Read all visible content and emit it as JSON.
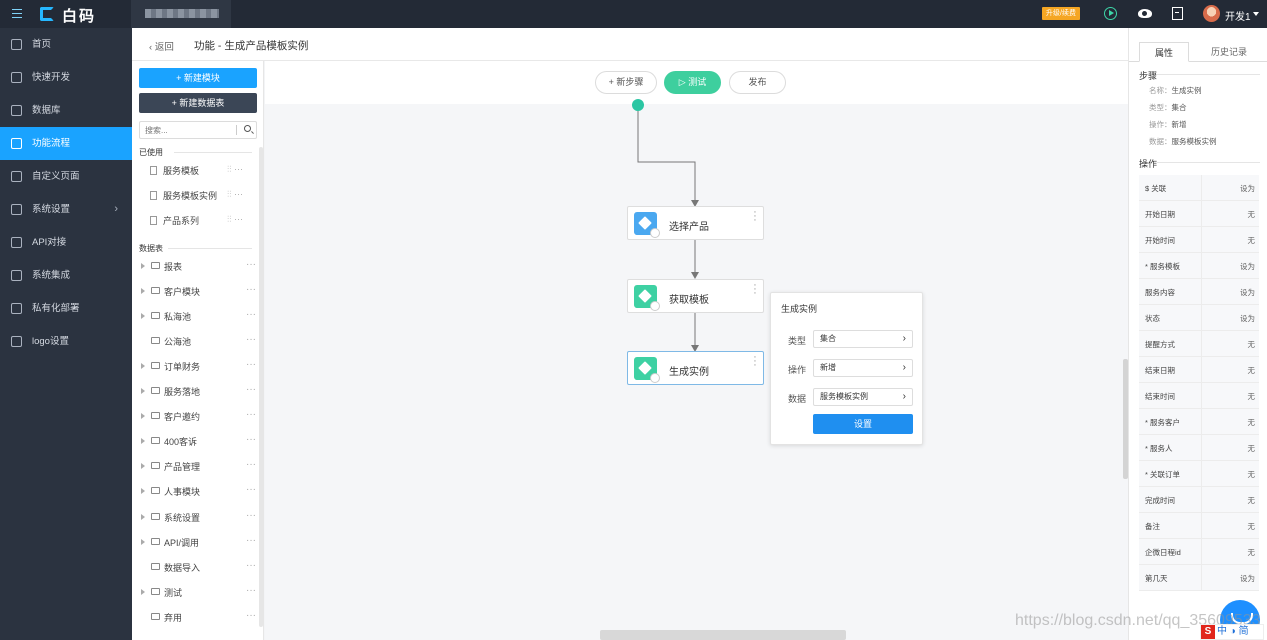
{
  "header": {
    "app_name": "白码",
    "upgrade_label": "升级/续费",
    "user_name": "开发1"
  },
  "sidebar": {
    "items": [
      {
        "label": "首页",
        "icon": "home-icon"
      },
      {
        "label": "快速开发",
        "icon": "cube-icon"
      },
      {
        "label": "数据库",
        "icon": "database-icon"
      },
      {
        "label": "功能流程",
        "icon": "flow-icon",
        "active": true
      },
      {
        "label": "自定义页面",
        "icon": "page-icon"
      },
      {
        "label": "系统设置",
        "icon": "settings-icon",
        "has_arrow": true
      },
      {
        "label": "API对接",
        "icon": "api-icon"
      },
      {
        "label": "系统集成",
        "icon": "integration-icon"
      },
      {
        "label": "私有化部署",
        "icon": "deploy-icon"
      },
      {
        "label": "logo设置",
        "icon": "logo-icon"
      }
    ],
    "active_color": "#1aa3ff"
  },
  "breadcrumb": {
    "back_label": "返回",
    "title": "功能 - 生成产品模板实例"
  },
  "left_panel": {
    "new_module_label": "+ 新建模块",
    "new_table_label": "+ 新建数据表",
    "search_placeholder": "搜索...",
    "used_section_label": "已使用",
    "used_items": [
      "服务模板",
      "服务模板实例",
      "产品系列"
    ],
    "tables_section_label": "数据表",
    "tree_items": [
      {
        "label": "报表",
        "expandable": true
      },
      {
        "label": "客户模块",
        "expandable": true
      },
      {
        "label": "私海池",
        "expandable": true
      },
      {
        "label": "公海池",
        "expandable": false
      },
      {
        "label": "订单财务",
        "expandable": true
      },
      {
        "label": "服务落地",
        "expandable": true
      },
      {
        "label": "客户邀约",
        "expandable": true
      },
      {
        "label": "400客诉",
        "expandable": true
      },
      {
        "label": "产品管理",
        "expandable": true
      },
      {
        "label": "人事模块",
        "expandable": true
      },
      {
        "label": "系统设置",
        "expandable": true
      },
      {
        "label": "API/调用",
        "expandable": true
      },
      {
        "label": "数据导入",
        "expandable": false
      },
      {
        "label": "测试",
        "expandable": true
      },
      {
        "label": "弃用",
        "expandable": false
      }
    ]
  },
  "canvas": {
    "new_step_label": "+ 新步骤",
    "test_label": "▷ 测试",
    "publish_label": "发布",
    "nodes": [
      {
        "label": "选择产品",
        "color": "#4aa8f0"
      },
      {
        "label": "获取模板",
        "color": "#3ed1a3"
      },
      {
        "label": "生成实例",
        "color": "#3ed1a3"
      }
    ],
    "popup": {
      "title": "生成实例",
      "type_label": "类型",
      "type_value": "集合",
      "op_label": "操作",
      "op_value": "新增",
      "data_label": "数据",
      "data_value": "服务模板实例",
      "button_label": "设置"
    }
  },
  "right_panel": {
    "tab_properties": "属性",
    "tab_history": "历史记录",
    "step_section": "步骤",
    "step_info": [
      {
        "key": "名称：",
        "value": "生成实例"
      },
      {
        "key": "类型：",
        "value": "集合"
      },
      {
        "key": "操作：",
        "value": "新增"
      },
      {
        "key": "数据：",
        "value": "服务模板实例"
      }
    ],
    "ops_section": "操作",
    "ops": [
      {
        "label": "$ 关联",
        "value": "设为"
      },
      {
        "label": "开始日期",
        "value": "无"
      },
      {
        "label": "开始时间",
        "value": "无"
      },
      {
        "label": "* 服务模板",
        "value": "设为"
      },
      {
        "label": "服务内容",
        "value": "设为"
      },
      {
        "label": "状态",
        "value": "设为"
      },
      {
        "label": "提醒方式",
        "value": "无"
      },
      {
        "label": "结束日期",
        "value": "无"
      },
      {
        "label": "结束时间",
        "value": "无"
      },
      {
        "label": "* 服务客户",
        "value": "无"
      },
      {
        "label": "* 服务人",
        "value": "无"
      },
      {
        "label": "* 关联订单",
        "value": "无"
      },
      {
        "label": "完成时间",
        "value": "无"
      },
      {
        "label": "备注",
        "value": "无"
      },
      {
        "label": "企微日程id",
        "value": "无"
      },
      {
        "label": "第几天",
        "value": "设为"
      }
    ]
  },
  "overlay": {
    "watermark": "https://blog.csdn.net/qq_35609533",
    "ime_s": "S",
    "ime_label": "中 ◑ 简"
  }
}
